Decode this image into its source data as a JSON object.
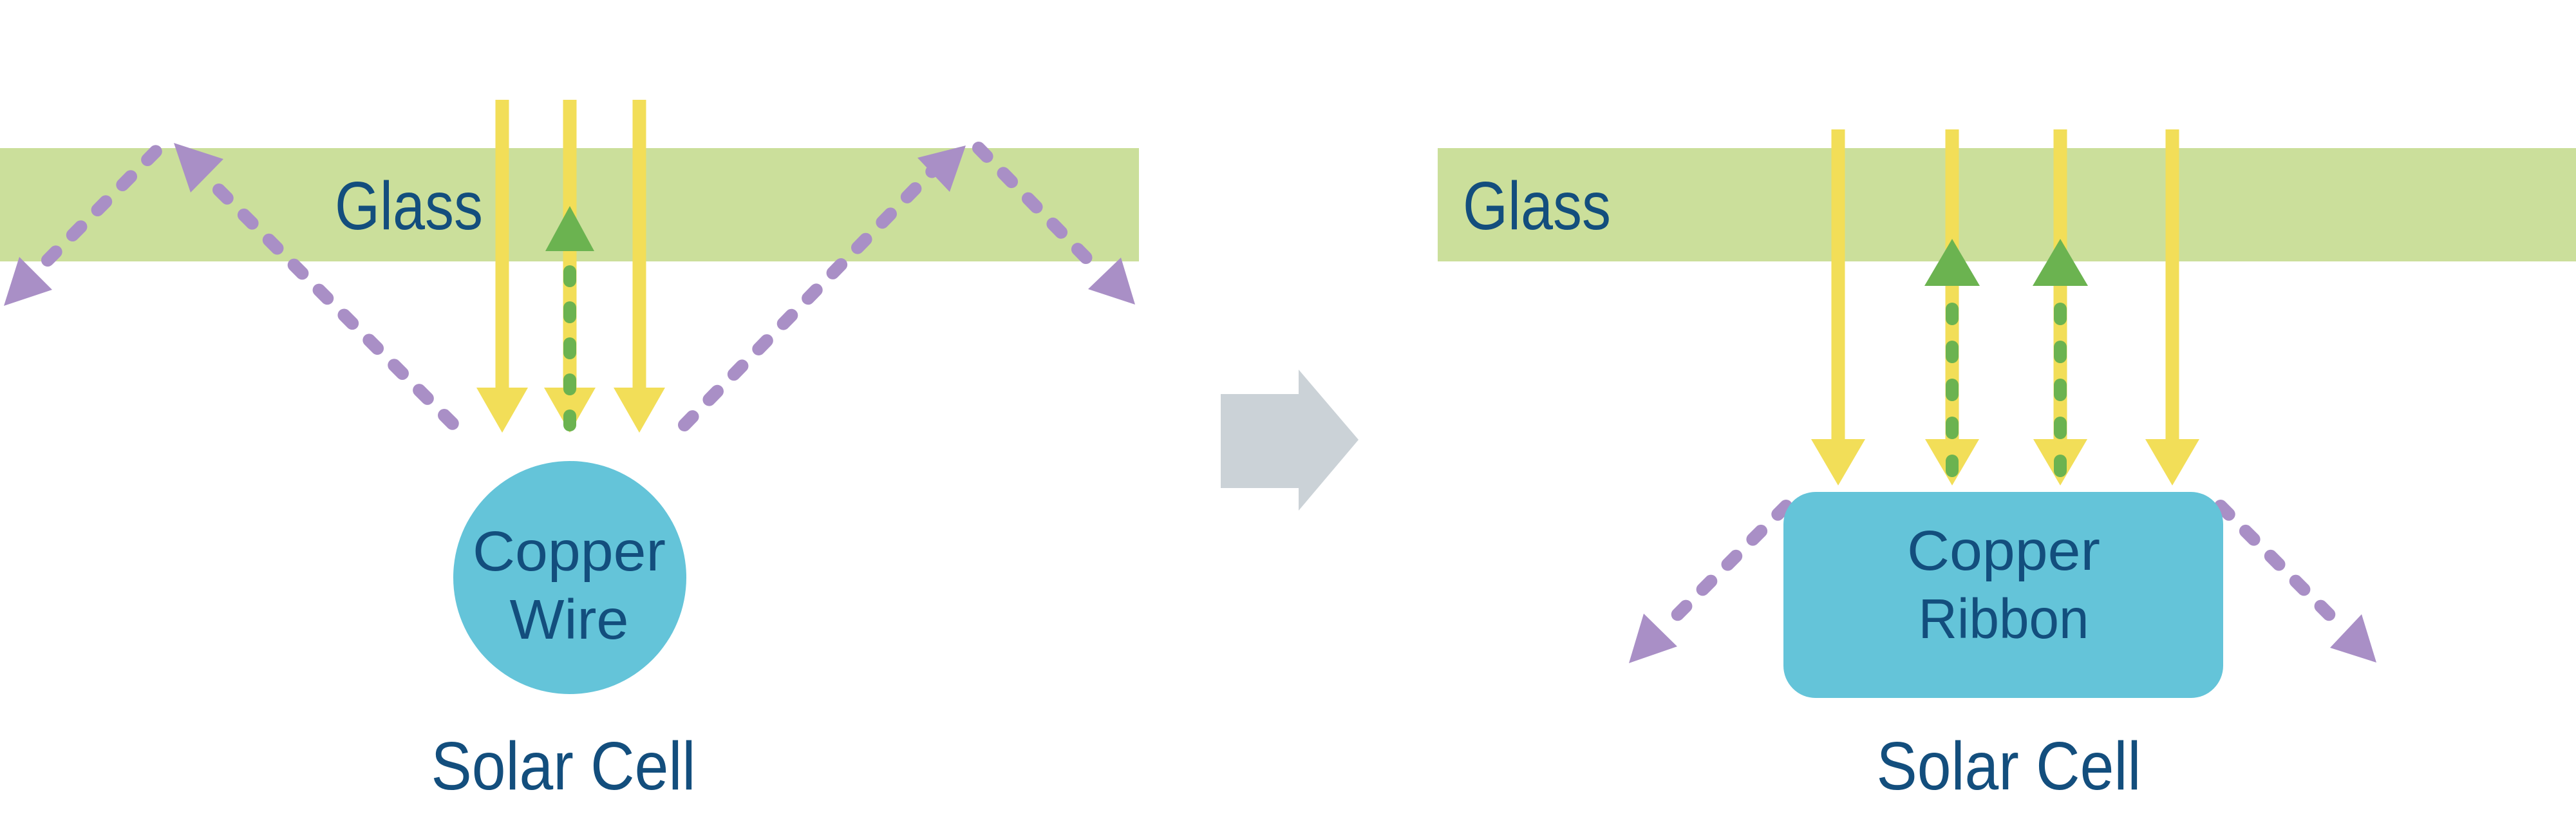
{
  "colors": {
    "background": "#ffffff",
    "glass_green": "#cbdf9b",
    "sunlight_yellow": "#f2de58",
    "reflected_green": "#6bb350",
    "escaping_purple": "#a98fc6",
    "copper_blue": "#64c4d9",
    "label_navy": "#134e7d",
    "transition_gray": "#cbd2d7"
  },
  "left_diagram": {
    "glass_label": "Glass",
    "conductor_label_line1": "Copper",
    "conductor_label_line2": "Wire",
    "cell_label": "Solar Cell",
    "sunlight_ray_count": 3,
    "reflected_ray_count": 1,
    "escaping_ray_arrowhead_count": 4
  },
  "transition": {
    "icon": "right-arrow"
  },
  "right_diagram": {
    "glass_label": "Glass",
    "conductor_label_line1": "Copper",
    "conductor_label_line2": "Ribbon",
    "cell_label": "Solar Cell",
    "sunlight_ray_count": 4,
    "reflected_ray_count": 2,
    "escaping_ray_arrowhead_count": 2
  }
}
